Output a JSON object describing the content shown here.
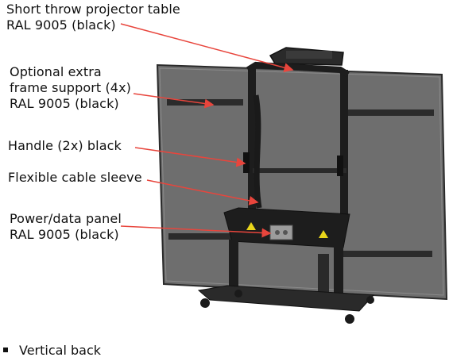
{
  "labels": {
    "projector_line1": "Short throw projector table",
    "projector_line2": "RAL 9005 (black)",
    "frame_line1": "Optional extra",
    "frame_line2": "frame support (4x)",
    "frame_line3": "RAL 9005 (black)",
    "handle": "Handle (2x) black",
    "sleeve": "Flexible cable sleeve",
    "panel_line1": "Power/data panel",
    "panel_line2": "RAL 9005 (black)"
  },
  "bullet": {
    "text": "Vertical back"
  },
  "colors": {
    "panel_gray": "#6e6e6e",
    "frame_dark": "#1d1d1d",
    "arrow_red": "#e8453c",
    "warning_yellow": "#e9d51a"
  }
}
